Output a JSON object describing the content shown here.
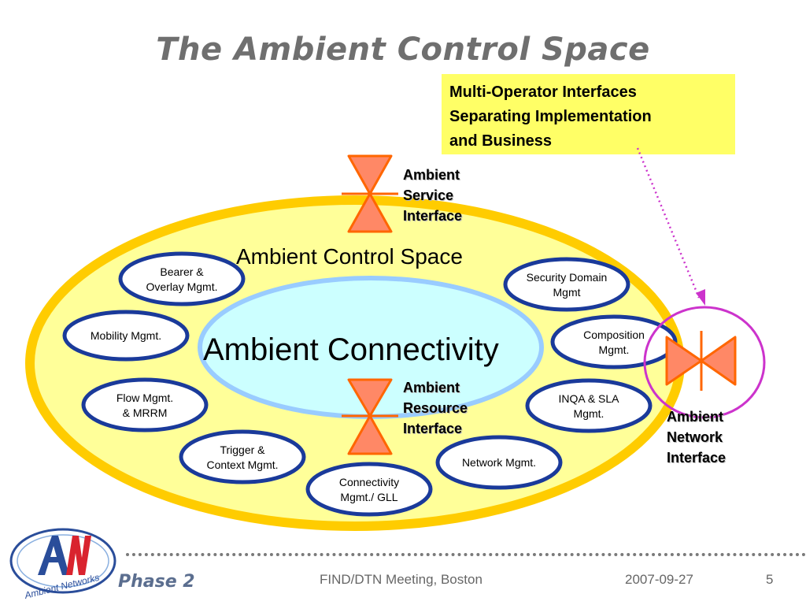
{
  "slide": {
    "title": "The Ambient Control Space"
  },
  "callout": {
    "lines": [
      "Multi-Operator Interfaces",
      "Separating Implementation",
      "and Business"
    ]
  },
  "interfaces": {
    "service": [
      "Ambient",
      "Service",
      "Interface"
    ],
    "resource": [
      "Ambient",
      "Resource",
      "Interface"
    ],
    "network": [
      "Ambient",
      "Network",
      "Interface"
    ]
  },
  "labels": {
    "control_space": "Ambient Control Space",
    "connectivity": "Ambient Connectivity"
  },
  "nodes": {
    "bearer": [
      "Bearer &",
      "Overlay Mgmt."
    ],
    "security": [
      "Security Domain",
      "Mgmt"
    ],
    "mobility": [
      "Mobility Mgmt."
    ],
    "composition": [
      "Composition",
      "Mgmt."
    ],
    "flow": [
      "Flow Mgmt.",
      "& MRRM"
    ],
    "inqa": [
      "INQA & SLA",
      "Mgmt."
    ],
    "trigger": [
      "Trigger &",
      "Context Mgmt."
    ],
    "network": [
      "Network Mgmt."
    ],
    "connectivity": [
      "Connectivity",
      "Mgmt./ GLL"
    ]
  },
  "footer": {
    "phase": "Phase 2",
    "meeting": "FIND/DTN Meeting, Boston",
    "date": "2007-09-27",
    "page": "5"
  },
  "logo": {
    "brand": "Ambient Networks"
  },
  "colors": {
    "outer_fill": "#ffff99",
    "outer_stroke": "#ffcc00",
    "inner_fill": "#ccffff",
    "inner_stroke": "#99ccff",
    "node_stroke": "#1a3a9a",
    "interface_fill": "#ff8866",
    "interface_stroke": "#ff6600",
    "callout_fill": "#ffff66",
    "network_circle": "#cc33cc",
    "arrow": "#cc33cc",
    "title": "#6f6f6f"
  }
}
